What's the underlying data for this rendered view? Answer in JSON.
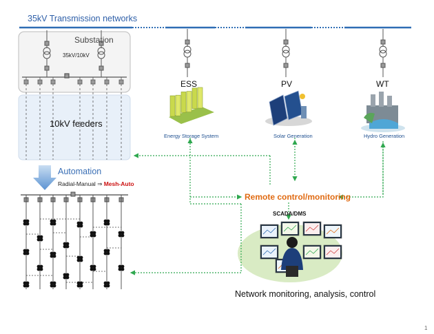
{
  "diagram": {
    "title": "35kV Transmission networks",
    "substation": {
      "label": "Substation",
      "ratio": "35kV/10kV"
    },
    "feeders": {
      "label": "10kV feeders"
    },
    "automation": {
      "label": "Automation",
      "radial_text": "Radial-Manual",
      "arrow": "⇒",
      "mesh_text": "Mesh-Auto"
    },
    "generation": [
      {
        "id": "ess",
        "label": "ESS",
        "caption": "Energy Storage System"
      },
      {
        "id": "pv",
        "label": "PV",
        "caption": "Solar Generation"
      },
      {
        "id": "wt",
        "label": "WT",
        "caption": "Hydro Generation"
      }
    ],
    "remote": {
      "label": "Remote control/monitoring"
    },
    "scada": {
      "label": "SCADA/DMS",
      "caption": "Network monitoring, analysis, control"
    },
    "page_number": "1"
  },
  "colors": {
    "bus": "#2e6db4",
    "link": "#2fa84f",
    "accent": "#e06a12",
    "highlight": "#cc1010"
  },
  "icons": [
    "transformer-icon",
    "battery-rack-icon",
    "solar-panel-icon",
    "hydro-dam-icon",
    "control-room-icon",
    "switch-icon"
  ]
}
